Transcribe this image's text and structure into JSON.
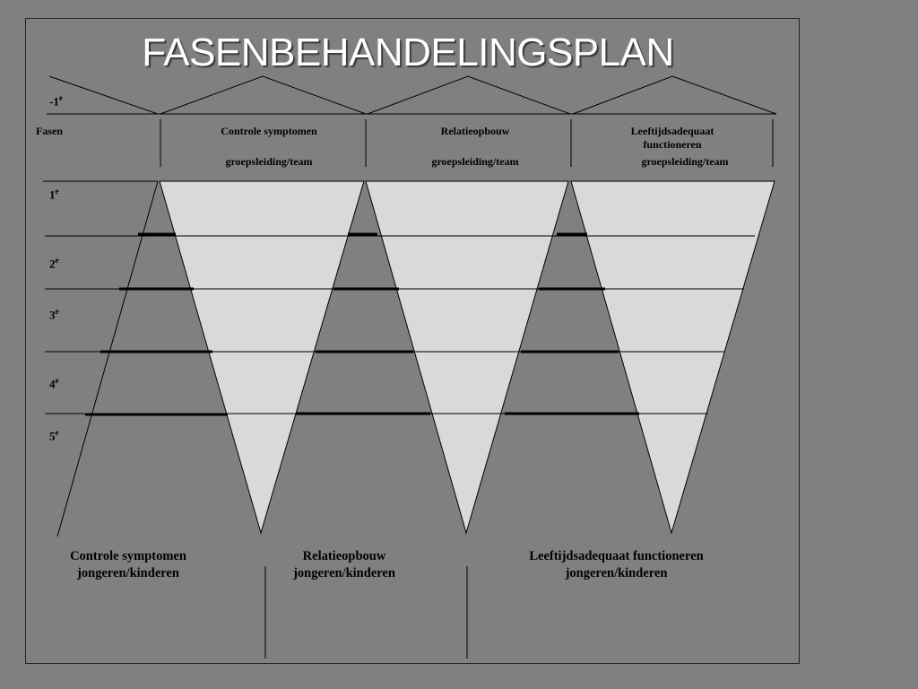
{
  "title": "FASENBEHANDELINGSPLAN",
  "pre_phase": {
    "number": "-1",
    "suffix": "e"
  },
  "phases_label": "Fasen",
  "columns": [
    {
      "title": "Controle symptomen",
      "subtitle": "groepsleiding/team"
    },
    {
      "title": "Relatieopbouw",
      "subtitle": "groepsleiding/team"
    },
    {
      "title": "Leeftijdsadequaat functioneren",
      "subtitle": "groepsleiding/team"
    }
  ],
  "phases": [
    {
      "number": "1",
      "suffix": "e"
    },
    {
      "number": "2",
      "suffix": "e"
    },
    {
      "number": "3",
      "suffix": "e"
    },
    {
      "number": "4",
      "suffix": "e"
    },
    {
      "number": "5",
      "suffix": "e"
    }
  ],
  "bottom": [
    {
      "line1": "Controle symptomen",
      "line2": "jongeren/kinderen"
    },
    {
      "line1": "Relatieopbouw",
      "line2": "jongeren/kinderen"
    },
    {
      "line1": "Leeftijdsadequaat functioneren",
      "line2": "jongeren/kinderen"
    }
  ],
  "colors": {
    "background": "#808080",
    "funnel_fill": "#d9d9d9",
    "title_text": "#ffffff",
    "lines": "#000000"
  }
}
